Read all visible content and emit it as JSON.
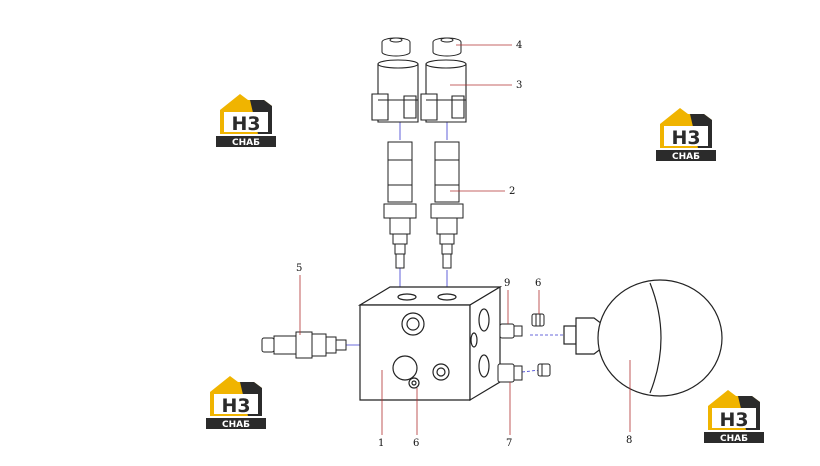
{
  "watermark": {
    "mark": "H3",
    "caption": "CHAБ",
    "colors": {
      "gold": "#f0b400",
      "dark": "#2b2b2b",
      "white": "#ffffff"
    }
  },
  "callouts": [
    "1",
    "2",
    "3",
    "4",
    "5",
    "6",
    "6",
    "7",
    "8",
    "9"
  ],
  "colors": {
    "line": "#222222",
    "leader": "#b03030",
    "axis": "#3a3ad0"
  }
}
